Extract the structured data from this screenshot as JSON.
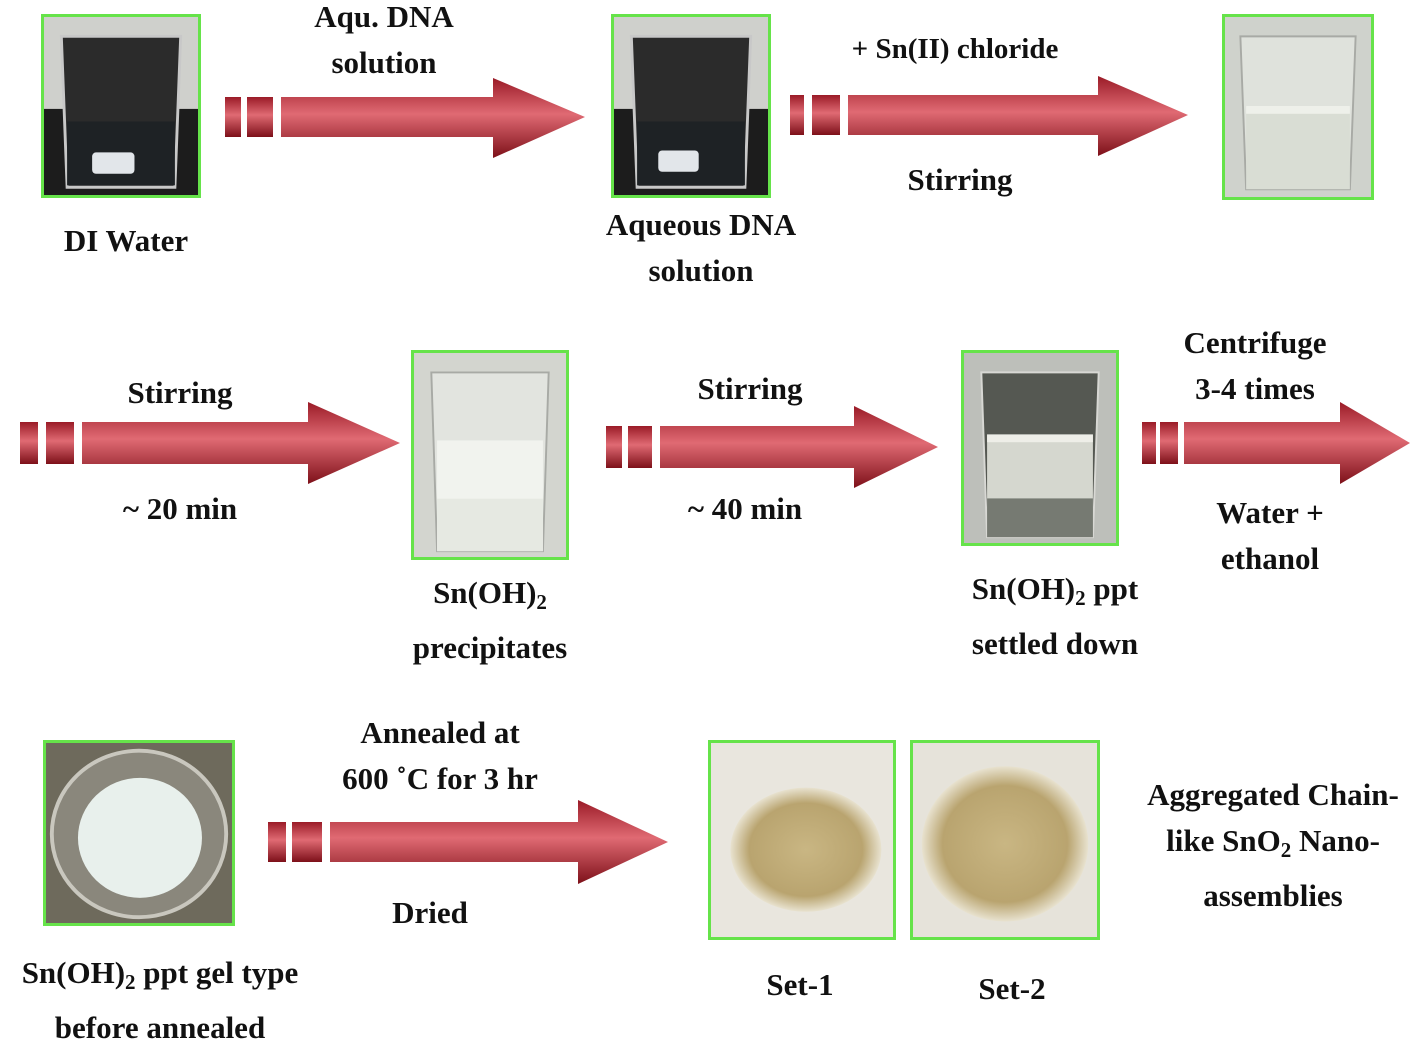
{
  "row1": {
    "di_water": "DI Water",
    "arrow1_top": [
      "Aqu. DNA",
      "solution"
    ],
    "aqueous_dna": [
      "Aqueous DNA",
      "solution"
    ],
    "arrow2_top": "+  Sn(II) chloride",
    "arrow2_bottom": "Stirring"
  },
  "row2": {
    "arrow3_top": "Stirring",
    "arrow3_bottom": "~ 20 min",
    "precip": {
      "line1_pre": "Sn(OH)",
      "line1_sub": "2",
      "line1_post": "",
      "line2": "precipitates"
    },
    "arrow4_top": "Stirring",
    "arrow4_bottom": "~ 40 min",
    "settled": {
      "line1_pre": "Sn(OH)",
      "line1_sub": "2",
      "line1_post": " ppt",
      "line2": "settled down"
    },
    "arrow5_top": [
      "Centrifuge",
      "3-4 times"
    ],
    "arrow5_bottom": [
      "Water +",
      "ethanol"
    ]
  },
  "row3": {
    "gel": {
      "line1_pre": "Sn(OH)",
      "line1_sub": "2",
      "line1_post": " ppt gel type",
      "line2": "before annealed"
    },
    "arrow6_top": [
      "Annealed at",
      "600 ˚C for 3 hr"
    ],
    "arrow6_bottom": "Dried",
    "set1": "Set-1",
    "set2": "Set-2",
    "result": {
      "line1": "Aggregated Chain-",
      "line2_pre": "like SnO",
      "line2_sub": "2",
      "line2_post": " Nano-",
      "line3": "assemblies"
    }
  },
  "colors": {
    "arrow_dark": "#8e1420",
    "arrow_light": "#e36a74",
    "photo_border": "#66e34a"
  }
}
